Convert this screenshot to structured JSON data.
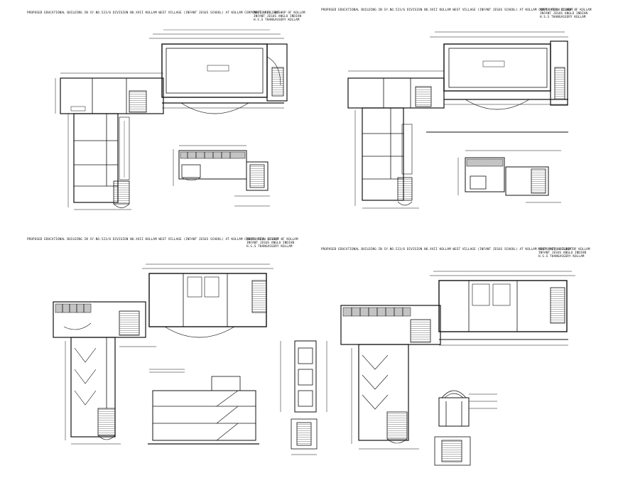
{
  "sheets": [
    {
      "title": "PROPOSED EDUCATIONAL BUILDING IN SY.NO.523/6 DIVISION NO.XVII KOLLAM WEST VILLAGE (INFANT JESUS SCHOOL) AT KOLLAM CORPORATION CLIENT -",
      "client": "MOST. REV. BISHOP OF KOLLAM INFANT JESUS ANGLO INDIAN H.S.S THANGASSERY KOLLAM"
    },
    {
      "title": "PROPOSED EDUCATIONAL BUILDING IN SY.NO.523/6 DIVISION NO.XVII KOLLAM WEST VILLAGE (INFANT JESUS SCHOOL) AT KOLLAM CORPORATION CLIENT -",
      "client": "MOST. REV. BISHOP OF KOLLAM INFANT JESUS ANGLO INDIAN H.S.S THANGASSERY KOLLAM"
    },
    {
      "title": "PROPOSED EDUCATIONAL BUILDING IN SY.NO.523/6 DIVISION NO.XVII KOLLAM WEST VILLAGE (INFANT JESUS SCHOOL) AT KOLLAM CORPORATION CLIENT -",
      "client": "MOST. REV. BISHOP OF KOLLAM INFANT JESUS ANGLO INDIAN H.S.S THANGASSERY KOLLAM"
    },
    {
      "title": "PROPOSED EDUCATIONAL BUILDING IN SY.NO.523/6 DIVISION NO.XVII KOLLAM WEST VILLAGE (INFANT JESUS SCHOOL) AT KOLLAM CORPORATION CLIENT -",
      "client": "MOST. REV. BISHOP OF KOLLAM INFANT JESUS ANGLO INDIAN H.S.S THANGASSERY KOLLAM"
    }
  ],
  "colors": {
    "ink": "#111111",
    "paper": "#ffffff"
  }
}
